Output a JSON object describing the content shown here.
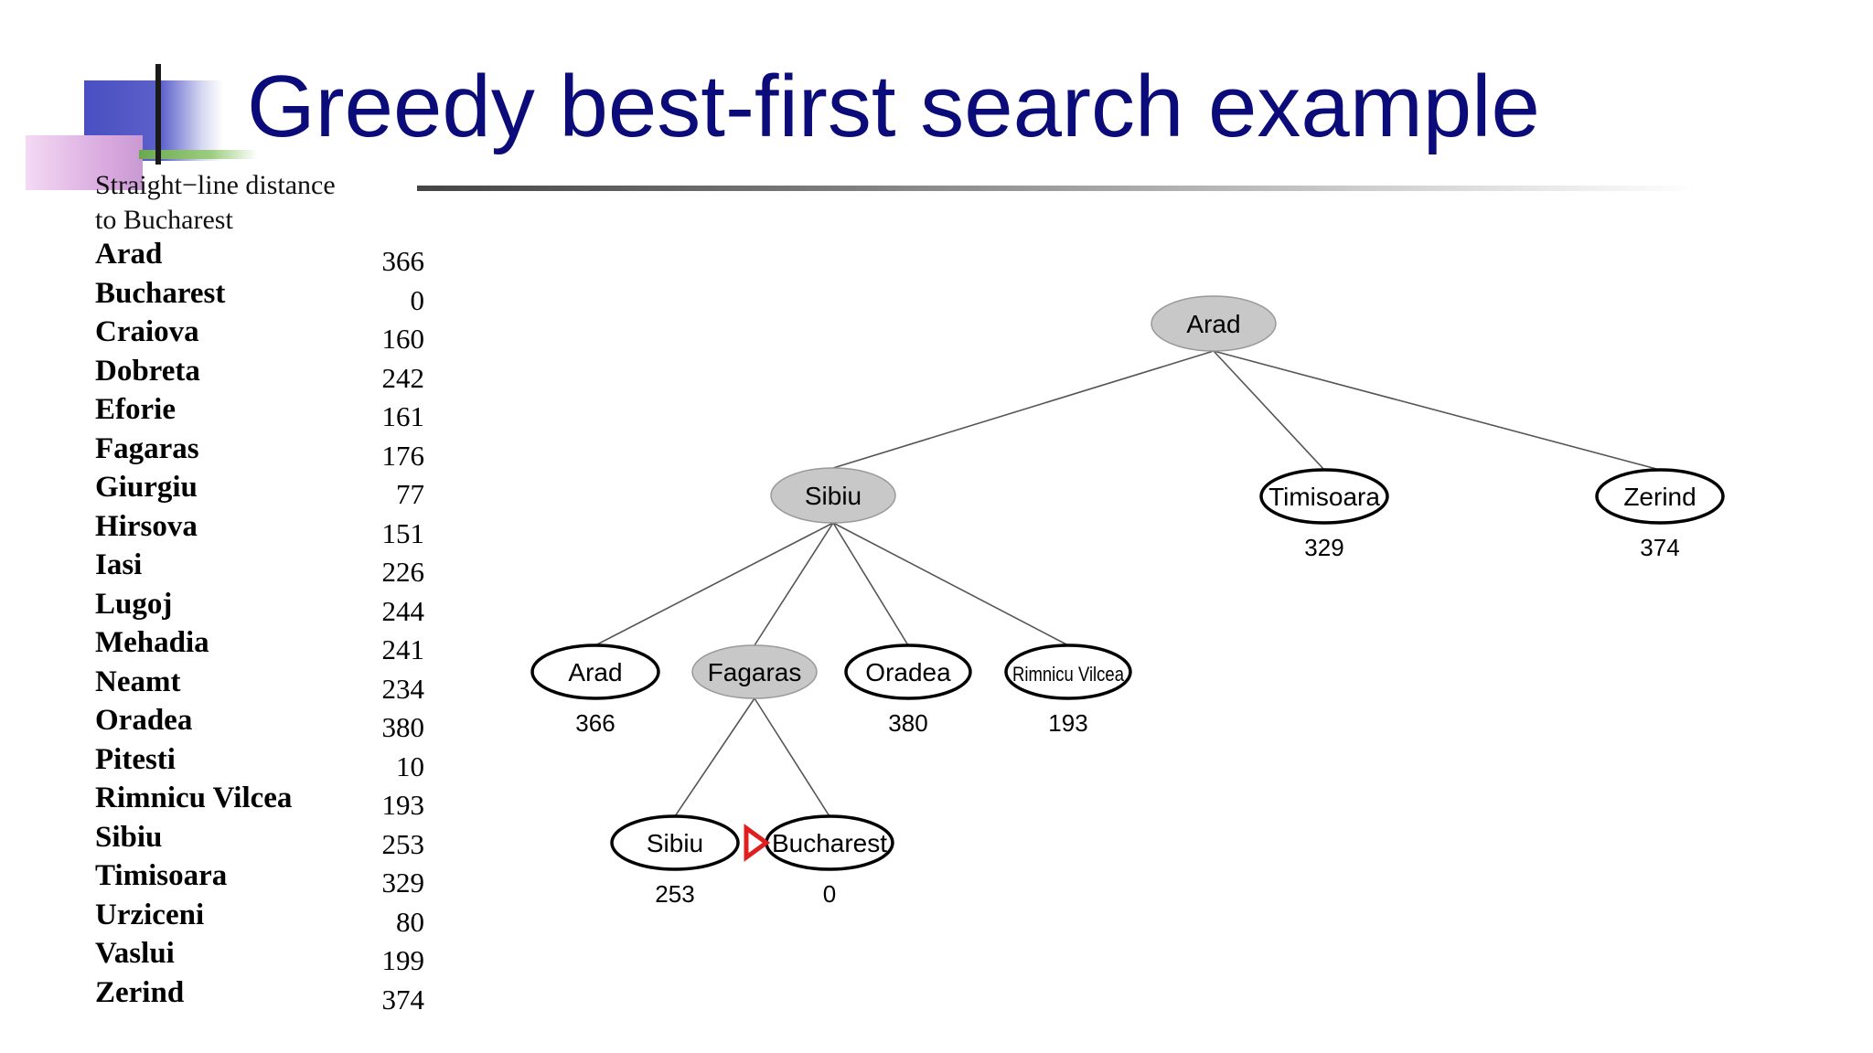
{
  "title": "Greedy best-first search example",
  "heuristic_table": {
    "header_line1": "Straight−line distance",
    "header_line2": "to Bucharest",
    "rows": [
      {
        "city": "Arad",
        "value": "366"
      },
      {
        "city": "Bucharest",
        "value": "0"
      },
      {
        "city": "Craiova",
        "value": "160"
      },
      {
        "city": "Dobreta",
        "value": "242"
      },
      {
        "city": "Eforie",
        "value": "161"
      },
      {
        "city": "Fagaras",
        "value": "176"
      },
      {
        "city": "Giurgiu",
        "value": "77"
      },
      {
        "city": "Hirsova",
        "value": "151"
      },
      {
        "city": "Iasi",
        "value": "226"
      },
      {
        "city": "Lugoj",
        "value": "244"
      },
      {
        "city": "Mehadia",
        "value": "241"
      },
      {
        "city": "Neamt",
        "value": "234"
      },
      {
        "city": "Oradea",
        "value": "380"
      },
      {
        "city": "Pitesti",
        "value": "10"
      },
      {
        "city": "Rimnicu Vilcea",
        "value": "193"
      },
      {
        "city": "Sibiu",
        "value": "253"
      },
      {
        "city": "Timisoara",
        "value": "329"
      },
      {
        "city": "Urziceni",
        "value": "80"
      },
      {
        "city": "Vaslui",
        "value": "199"
      },
      {
        "city": "Zerind",
        "value": "374"
      }
    ]
  },
  "tree": {
    "nodes": [
      {
        "id": "arad-root",
        "label": "Arad",
        "h": "",
        "expanded": true
      },
      {
        "id": "sibiu",
        "label": "Sibiu",
        "h": "",
        "expanded": true
      },
      {
        "id": "timisoara",
        "label": "Timisoara",
        "h": "329",
        "expanded": false
      },
      {
        "id": "zerind",
        "label": "Zerind",
        "h": "374",
        "expanded": false
      },
      {
        "id": "arad-2",
        "label": "Arad",
        "h": "366",
        "expanded": false
      },
      {
        "id": "fagaras",
        "label": "Fagaras",
        "h": "",
        "expanded": true
      },
      {
        "id": "oradea",
        "label": "Oradea",
        "h": "380",
        "expanded": false
      },
      {
        "id": "rimnicu-vilcea",
        "label": "Rimnicu Vilcea",
        "h": "193",
        "expanded": false
      },
      {
        "id": "sibiu-2",
        "label": "Sibiu",
        "h": "253",
        "expanded": false
      },
      {
        "id": "bucharest",
        "label": "Bucharest",
        "h": "0",
        "expanded": false,
        "goal": true
      }
    ],
    "edges": [
      [
        "arad-root",
        "sibiu"
      ],
      [
        "arad-root",
        "timisoara"
      ],
      [
        "arad-root",
        "zerind"
      ],
      [
        "sibiu",
        "arad-2"
      ],
      [
        "sibiu",
        "fagaras"
      ],
      [
        "sibiu",
        "oradea"
      ],
      [
        "sibiu",
        "rimnicu-vilcea"
      ],
      [
        "fagaras",
        "sibiu-2"
      ],
      [
        "fagaras",
        "bucharest"
      ]
    ]
  },
  "colors": {
    "title": "#0b0b7a",
    "expanded_fill": "#c8c8c8",
    "frontier_fill": "#ffffff",
    "goal_marker": "#e02020"
  }
}
